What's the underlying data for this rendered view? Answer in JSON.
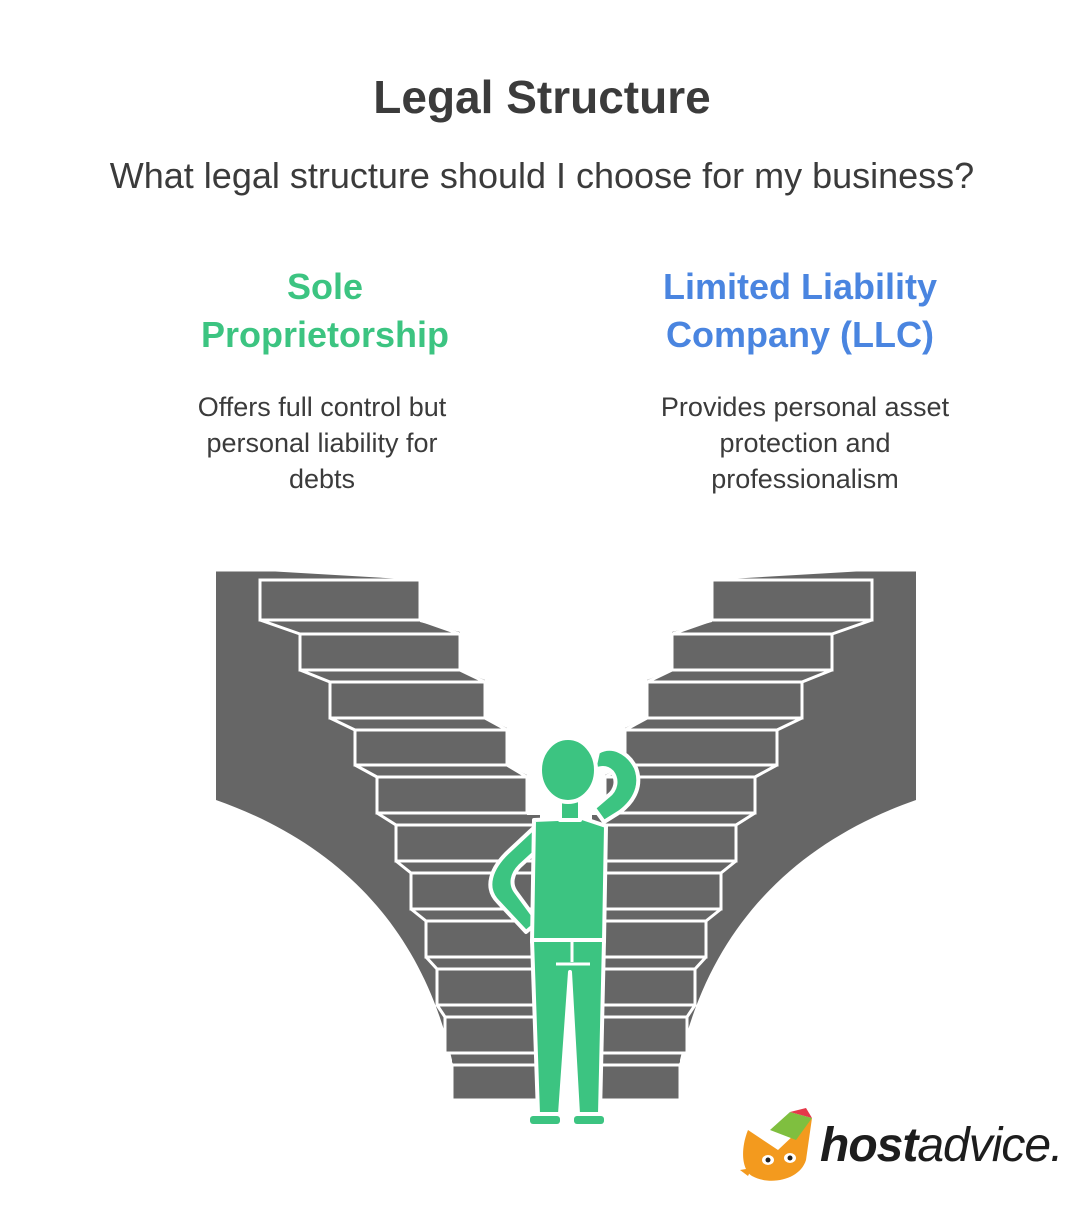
{
  "title": "Legal Structure",
  "subtitle": "What legal structure should I choose for my business?",
  "options": [
    {
      "title_line1": "Sole",
      "title_line2": "Proprietorship",
      "desc_line1": "Offers full control but",
      "desc_line2": "personal liability for",
      "desc_line3": "debts",
      "color": "#3cc481"
    },
    {
      "title_line1": "Limited Liability",
      "title_line2": "Company (LLC)",
      "desc_line1": "Provides personal asset",
      "desc_line2": "protection and",
      "desc_line3": "professionalism",
      "color": "#4a85e0"
    }
  ],
  "colors": {
    "stairs": "#666666",
    "person": "#3cc481",
    "text": "#3b3b3b"
  },
  "logo": {
    "bold": "host",
    "regular": "advice."
  }
}
